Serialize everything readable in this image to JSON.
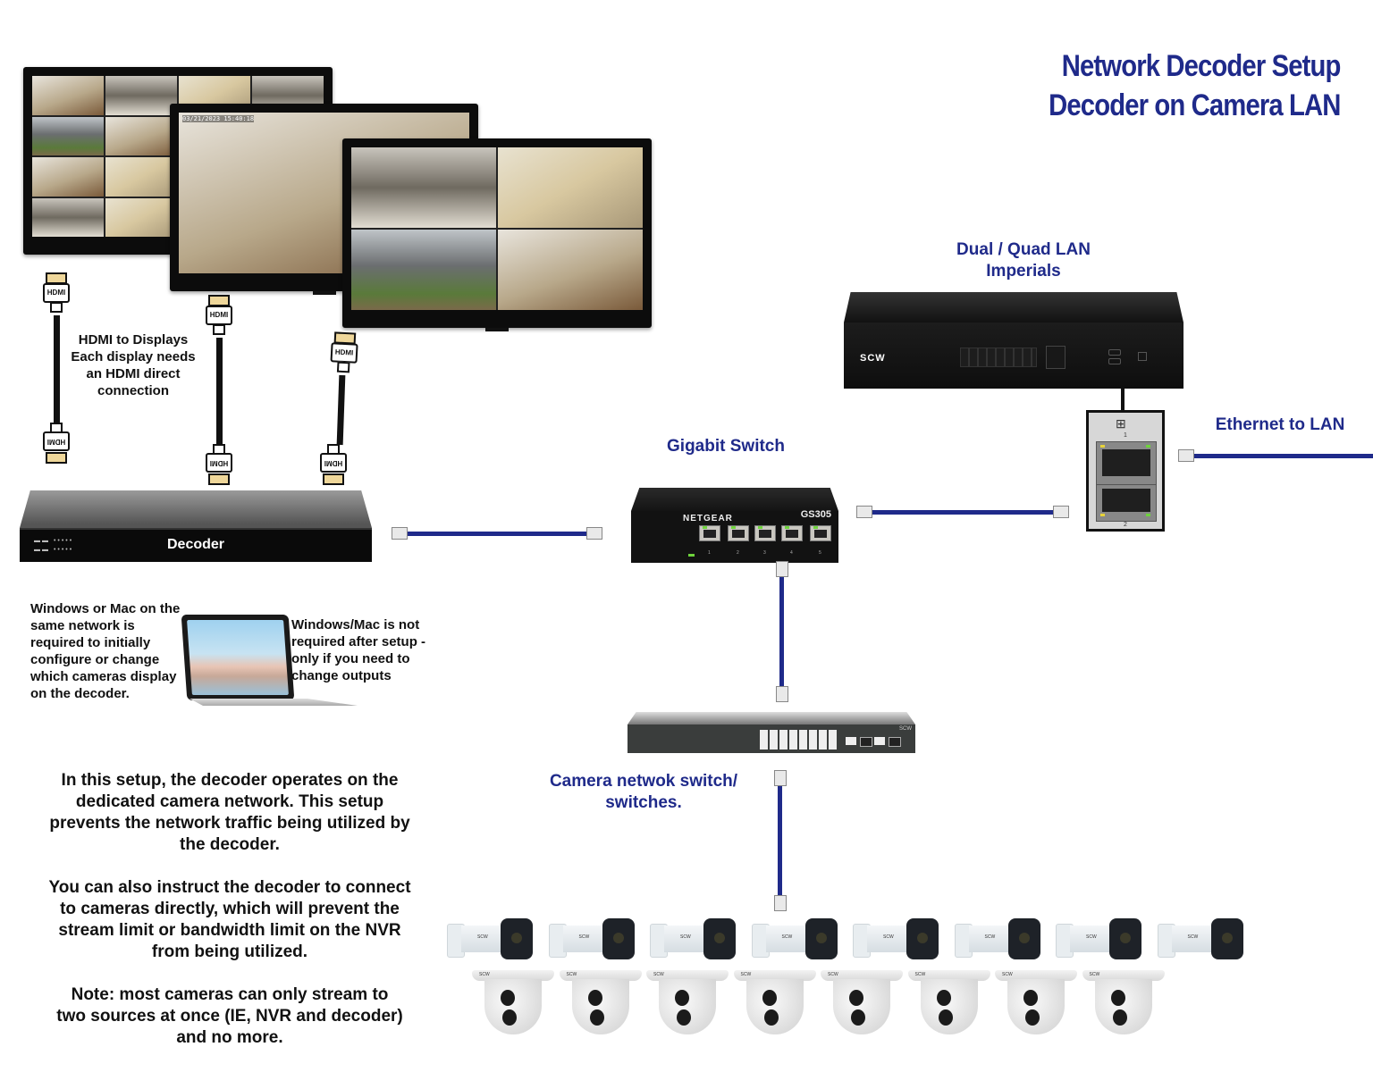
{
  "title": {
    "line1": "Network Decoder Setup",
    "line2": "Decoder on Camera LAN"
  },
  "colors": {
    "label_blue": "#1f2a8a",
    "cable_blue": "#1f2a8a",
    "text_black": "#111111"
  },
  "monitors": {
    "count": 3,
    "layouts": [
      "multi-camera grid",
      "single camera",
      "2x2 quad"
    ],
    "monitor2_timestamp": "03/21/2023 15:40:18"
  },
  "hdmi": {
    "plug_label": "HDMI",
    "label_lines": [
      "HDMI to Displays",
      "Each display needs",
      "an HDMI direct",
      "connection"
    ]
  },
  "decoder": {
    "label": "Decoder"
  },
  "nvr": {
    "label_lines": [
      "Dual / Quad LAN",
      "Imperials"
    ],
    "brand": "SCW",
    "lan_ports": [
      "1",
      "2"
    ]
  },
  "ethernet_to_lan": {
    "label": "Ethernet to LAN"
  },
  "gigabit_switch": {
    "label": "Gigabit Switch",
    "brand": "NETGEAR",
    "model": "GS305",
    "ports": [
      "1",
      "2",
      "3",
      "4",
      "5"
    ]
  },
  "laptop_notes": {
    "left_lines": [
      "Windows or Mac on the",
      "same network is",
      "required to initially",
      "configure or change",
      "which cameras display",
      "on the decoder."
    ],
    "right_lines": [
      "Windows/Mac is not",
      "required after setup -",
      "only if you need to",
      "change outputs"
    ]
  },
  "camera_switch": {
    "label_lines": [
      "Camera netwok switch/",
      "switches."
    ],
    "brand": "SCW"
  },
  "cameras": {
    "bullet_count": 8,
    "dome_count": 8,
    "brand": "SCW"
  },
  "explanation": {
    "para1_lines": [
      "In this setup, the decoder operates on the",
      "dedicated camera network.  This setup",
      "prevents the network traffic being utilized by",
      "the decoder."
    ],
    "para2_lines": [
      "You can also instruct the decoder to connect",
      "to cameras directly, which will prevent the",
      "stream limit or bandwidth limit on the NVR",
      "from being utilized."
    ],
    "para3_lines": [
      "Note: most cameras can only stream to",
      "two sources at once (IE, NVR and decoder)",
      "and no more."
    ]
  }
}
